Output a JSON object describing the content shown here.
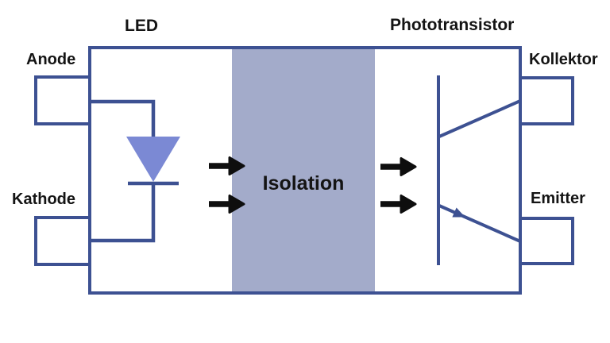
{
  "labels": {
    "led": "LED",
    "phototransistor": "Phototransistor",
    "anode": "Anode",
    "kathode": "Kathode",
    "kollektor": "Kollektor",
    "emitter": "Emitter",
    "isolation": "Isolation"
  },
  "colors": {
    "line": "#3d5192",
    "band": "#a3abca",
    "diode": "#7b89d4",
    "arrow": "#0e0e0e",
    "text": "#141414",
    "bg": "#ffffff"
  },
  "icons": {
    "light_arrows": "right-arrow",
    "emitter_arrow": "right-down-arrow"
  }
}
